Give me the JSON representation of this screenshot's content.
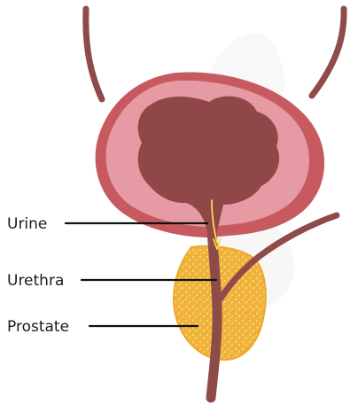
{
  "labels": {
    "urine": "Urine",
    "urethra": "Urethra",
    "prostate": "Prostate"
  },
  "colors": {
    "bladder_outer": "#c65a5f",
    "bladder_inner_pink": "#e59aa4",
    "urine_dark": "#8f4747",
    "ureter_and_urethra": "#8f4a4a",
    "prostate_fill": "#f2b63f",
    "prostate_highlight": "#f7d56d",
    "urine_arrow": "#ffd84a",
    "leader_line": "#111111",
    "background_watermark": "#f3f3f3"
  }
}
